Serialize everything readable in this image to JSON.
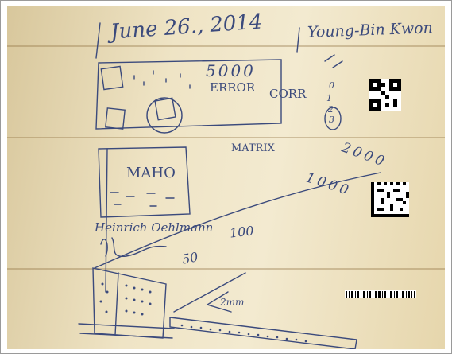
{
  "sheet": {
    "date": "June 26., 2014",
    "name": "Young-Bin Kwon",
    "error_count": "5000",
    "error_word": "ERROR",
    "corr_word": "CORR",
    "corr_numbers": [
      "0",
      "1",
      "2",
      "3"
    ],
    "matrix_word": "MATRIX",
    "maho_word": "MAHO",
    "scale_labels": [
      "2000",
      "1000",
      "100",
      "50"
    ],
    "person_name": "Heinrich Oehlmann",
    "unit_label": "2mm"
  },
  "colors": {
    "paper": "#f0e6c8",
    "ink": "#3b4a7c",
    "qr": "#000000"
  }
}
